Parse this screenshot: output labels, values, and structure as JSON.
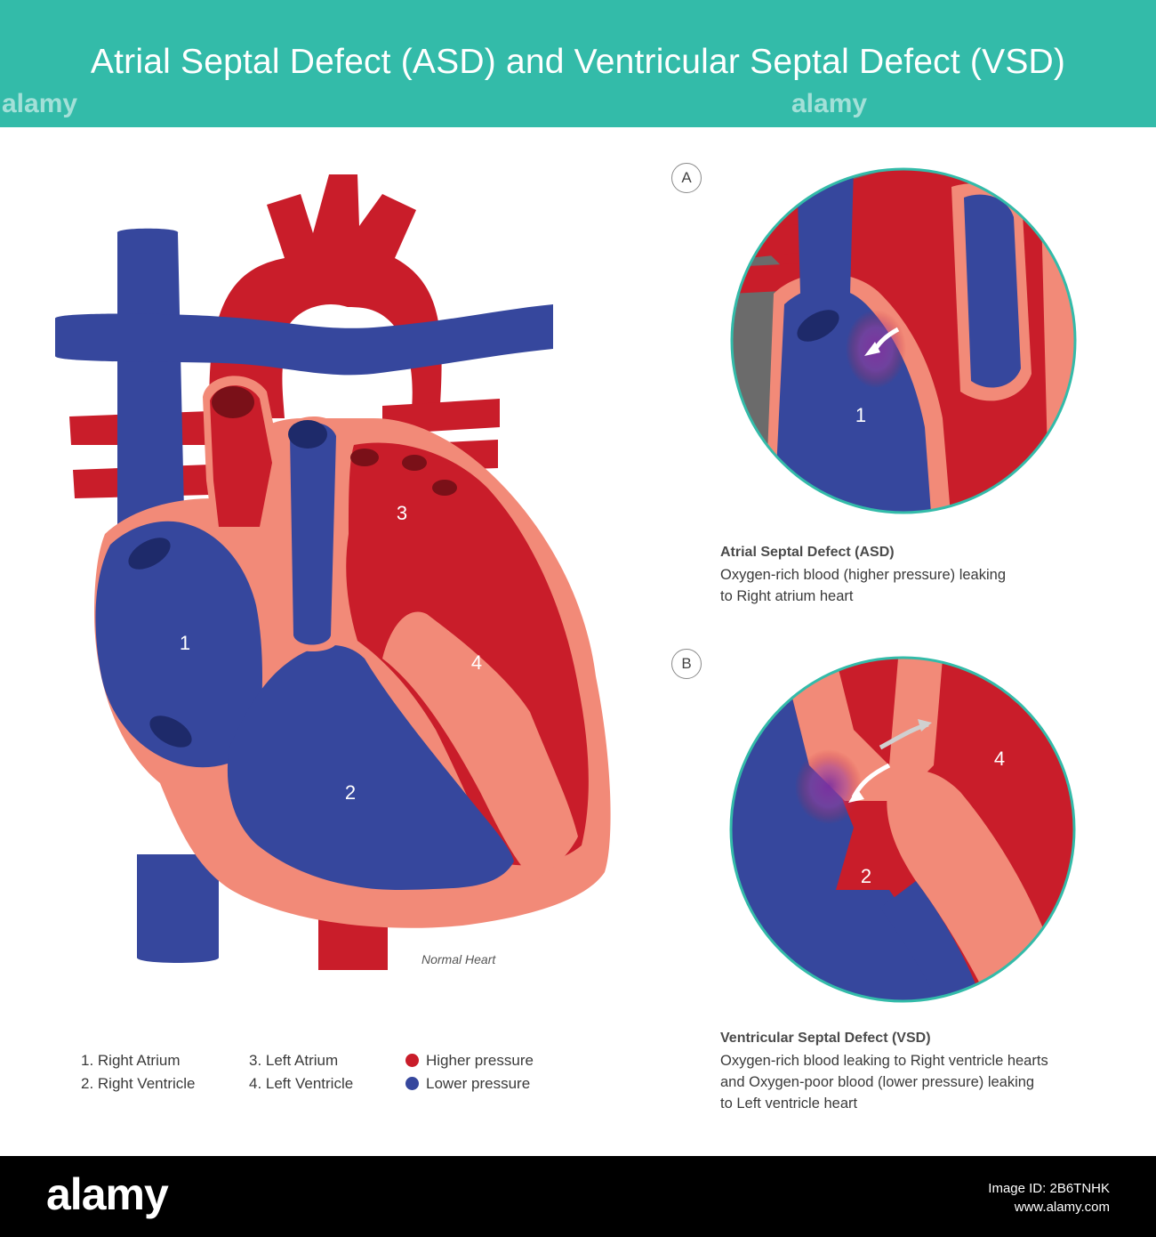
{
  "header": {
    "title": "Atrial Septal Defect (ASD) and Ventricular Septal Defect (VSD)",
    "color": "#33bba9"
  },
  "heart": {
    "labels": [
      "1",
      "2",
      "3",
      "4"
    ],
    "caption": "Normal Heart",
    "colors": {
      "red": "#c91d2a",
      "blue": "#36479d",
      "wall": "#f28a78"
    }
  },
  "panel_a": {
    "badge": "A",
    "chamber_label": "1",
    "caption_title": "Atrial Septal Defect (ASD)",
    "caption_lines": [
      "Oxygen-rich blood (higher pressure) leaking",
      "to Right atrium heart"
    ]
  },
  "panel_b": {
    "badge": "B",
    "chamber_labels": [
      "4",
      "2"
    ],
    "caption_title": "Ventricular Septal Defect (VSD)",
    "caption_lines": [
      "Oxygen-rich blood leaking to Right ventricle hearts",
      "and Oxygen-poor blood (lower pressure) leaking",
      "to Left ventricle heart"
    ]
  },
  "legend": {
    "items": [
      "1. Right Atrium",
      "2. Right Ventricle",
      "3. Left Atrium",
      "4. Left Ventricle"
    ],
    "keys": [
      {
        "label": "Higher pressure",
        "color": "#c91d2a"
      },
      {
        "label": "Lower pressure",
        "color": "#36479d"
      }
    ]
  },
  "footer": {
    "logo": "alamy",
    "lines": [
      "Image ID: 2B6TNHK",
      "www.alamy.com"
    ]
  },
  "watermark": "alamy"
}
